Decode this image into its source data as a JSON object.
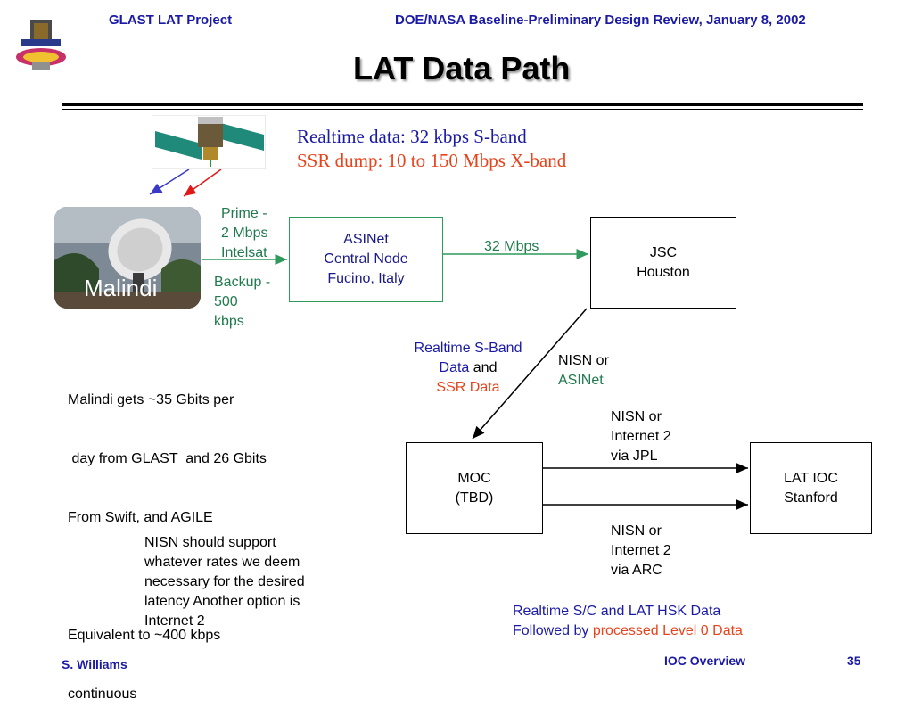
{
  "header": {
    "left": "GLAST LAT Project",
    "right": "DOE/NASA Baseline-Preliminary Design Review, January 8, 2002"
  },
  "title": "LAT Data Path",
  "realtime_info": {
    "line1": "Realtime data: 32 kbps S-band",
    "line2": "SSR dump: 10 to 150 Mbps X-band"
  },
  "malindi": {
    "label": "Malindi"
  },
  "links": {
    "prime": [
      "Prime -",
      "2 Mbps",
      "Intelsat"
    ],
    "backup": [
      "Backup -",
      "500",
      "kbps"
    ],
    "asinet_jsc": "32 Mbps"
  },
  "boxes": {
    "asinet": [
      "ASINet",
      "Central Node",
      "Fucino, Italy"
    ],
    "jsc": [
      "JSC",
      "Houston"
    ],
    "moc": [
      "MOC",
      "(TBD)"
    ],
    "latioc": [
      "LAT IOC",
      "Stanford"
    ]
  },
  "jsc_moc": {
    "line1": "Realtime S-Band",
    "line2a": "Data",
    "line2b": " and",
    "line3": "SSR Data",
    "nisn1": "NISN or",
    "nisn2": "ASINet"
  },
  "moc_ioc": {
    "top": [
      "NISN or",
      "Internet 2",
      "via JPL"
    ],
    "bottom": [
      "NISN or",
      "Internet 2",
      "via ARC"
    ]
  },
  "malindi_note": {
    "lines": [
      "Malindi gets ~35 Gbits per",
      " day from GLAST  and 26 Gbits",
      "From Swift, and AGILE"
    ],
    "equiv": [
      "Equivalent to ~400 kbps",
      "continuous"
    ]
  },
  "nisn_note": [
    "NISN should support",
    "whatever rates we deem",
    "necessary for the desired",
    "latency Another option is",
    "Internet 2"
  ],
  "hsk_note": {
    "line1": "Realtime S/C and LAT HSK Data",
    "line2a": "Followed by ",
    "line2b": "processed Level 0 Data"
  },
  "footer": {
    "author": "S. Williams",
    "section": "IOC Overview",
    "page": "35"
  },
  "colors": {
    "header_blue": "#1a1aa6",
    "annotation_red": "#e8441c",
    "link_green": "#2e9a5c"
  }
}
